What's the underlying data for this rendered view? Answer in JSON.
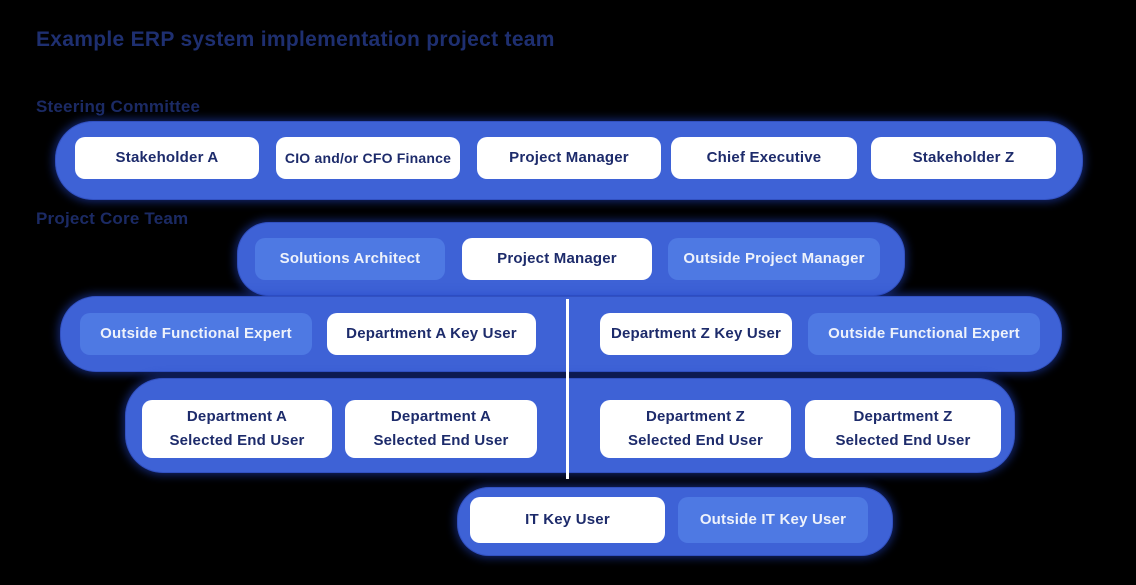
{
  "page": {
    "title": "Example ERP system implementation project team"
  },
  "colors": {
    "background": "#000000",
    "group_blue": "#3e62d6",
    "chip_blue": "#4e79e3",
    "chip_white": "#ffffff",
    "chip_text_navy": "#1d2b6b",
    "chip_text_light": "#eef2fb",
    "heading_navy": "#1e2f70",
    "divider_white": "#ffffff"
  },
  "sections": {
    "steering": {
      "label": "Steering Committee",
      "chips": [
        {
          "label": "Stakeholder A",
          "variant": "white"
        },
        {
          "label": "CIO and/or CFO Finance",
          "variant": "white"
        },
        {
          "label": "Project Manager",
          "variant": "white"
        },
        {
          "label": "Chief Executive",
          "variant": "white"
        },
        {
          "label": "Stakeholder Z",
          "variant": "white"
        }
      ]
    },
    "core": {
      "label": "Project Core Team",
      "row1": {
        "chips": [
          {
            "label": "Solutions Architect",
            "variant": "blue"
          },
          {
            "label": "Project Manager",
            "variant": "white"
          },
          {
            "label": "Outside Project Manager",
            "variant": "blue"
          }
        ]
      },
      "row2": {
        "chips": [
          {
            "label": "Outside Functional Expert",
            "variant": "blue"
          },
          {
            "label": "Department A Key User",
            "variant": "white"
          },
          {
            "label": "Department Z Key User",
            "variant": "white"
          },
          {
            "label": "Outside Functional Expert",
            "variant": "blue"
          }
        ]
      },
      "row3": {
        "chips": [
          {
            "label": "Department A\nSelected End User",
            "variant": "white"
          },
          {
            "label": "Department A\nSelected End User",
            "variant": "white"
          },
          {
            "label": "Department Z\nSelected End User",
            "variant": "white"
          },
          {
            "label": "Department Z\nSelected End User",
            "variant": "white"
          }
        ]
      },
      "row4": {
        "chips": [
          {
            "label": "IT Key User",
            "variant": "white"
          },
          {
            "label": "Outside IT Key User",
            "variant": "blue"
          }
        ]
      }
    }
  }
}
